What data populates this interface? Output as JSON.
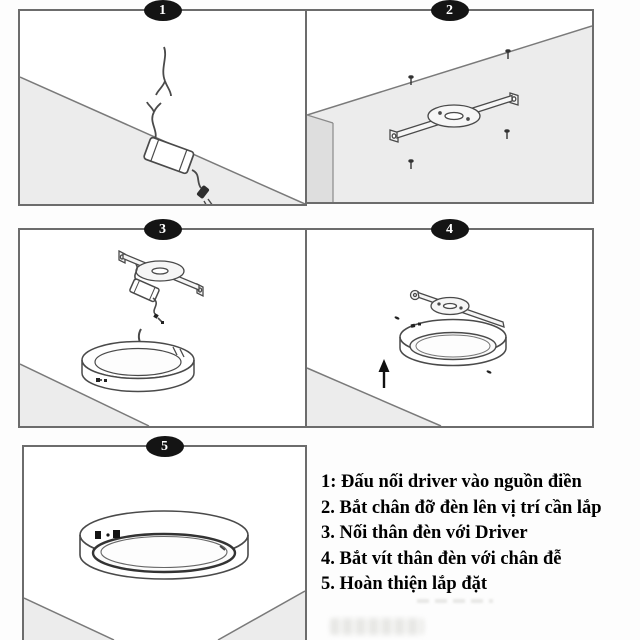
{
  "steps": [
    {
      "number": "1",
      "name": "driver-and-power-wires"
    },
    {
      "number": "2",
      "name": "mounting-bracket-on-ceiling"
    },
    {
      "number": "3",
      "name": "connect-lamp-body-to-driver"
    },
    {
      "number": "4",
      "name": "attach-lamp-body-to-bracket"
    },
    {
      "number": "5",
      "name": "finished-installation"
    }
  ],
  "instructions": {
    "lines": [
      "1: Đấu nối driver vào nguồn điền",
      "2. Bắt chân đỡ đèn lên vị trí cần lắp",
      "3. Nối thân đèn với Driver",
      "4. Bắt vít thân đèn với chân đễ",
      "5. Hoàn thiện lắp đặt"
    ]
  },
  "colors": {
    "badge": "#141414",
    "badge_text": "#ffffff",
    "panel_border": "#6c6c6c",
    "surface_fill": "#ececec",
    "line_art": "#4a4a4a",
    "text": "#000000",
    "background": "#fdfdfd"
  }
}
